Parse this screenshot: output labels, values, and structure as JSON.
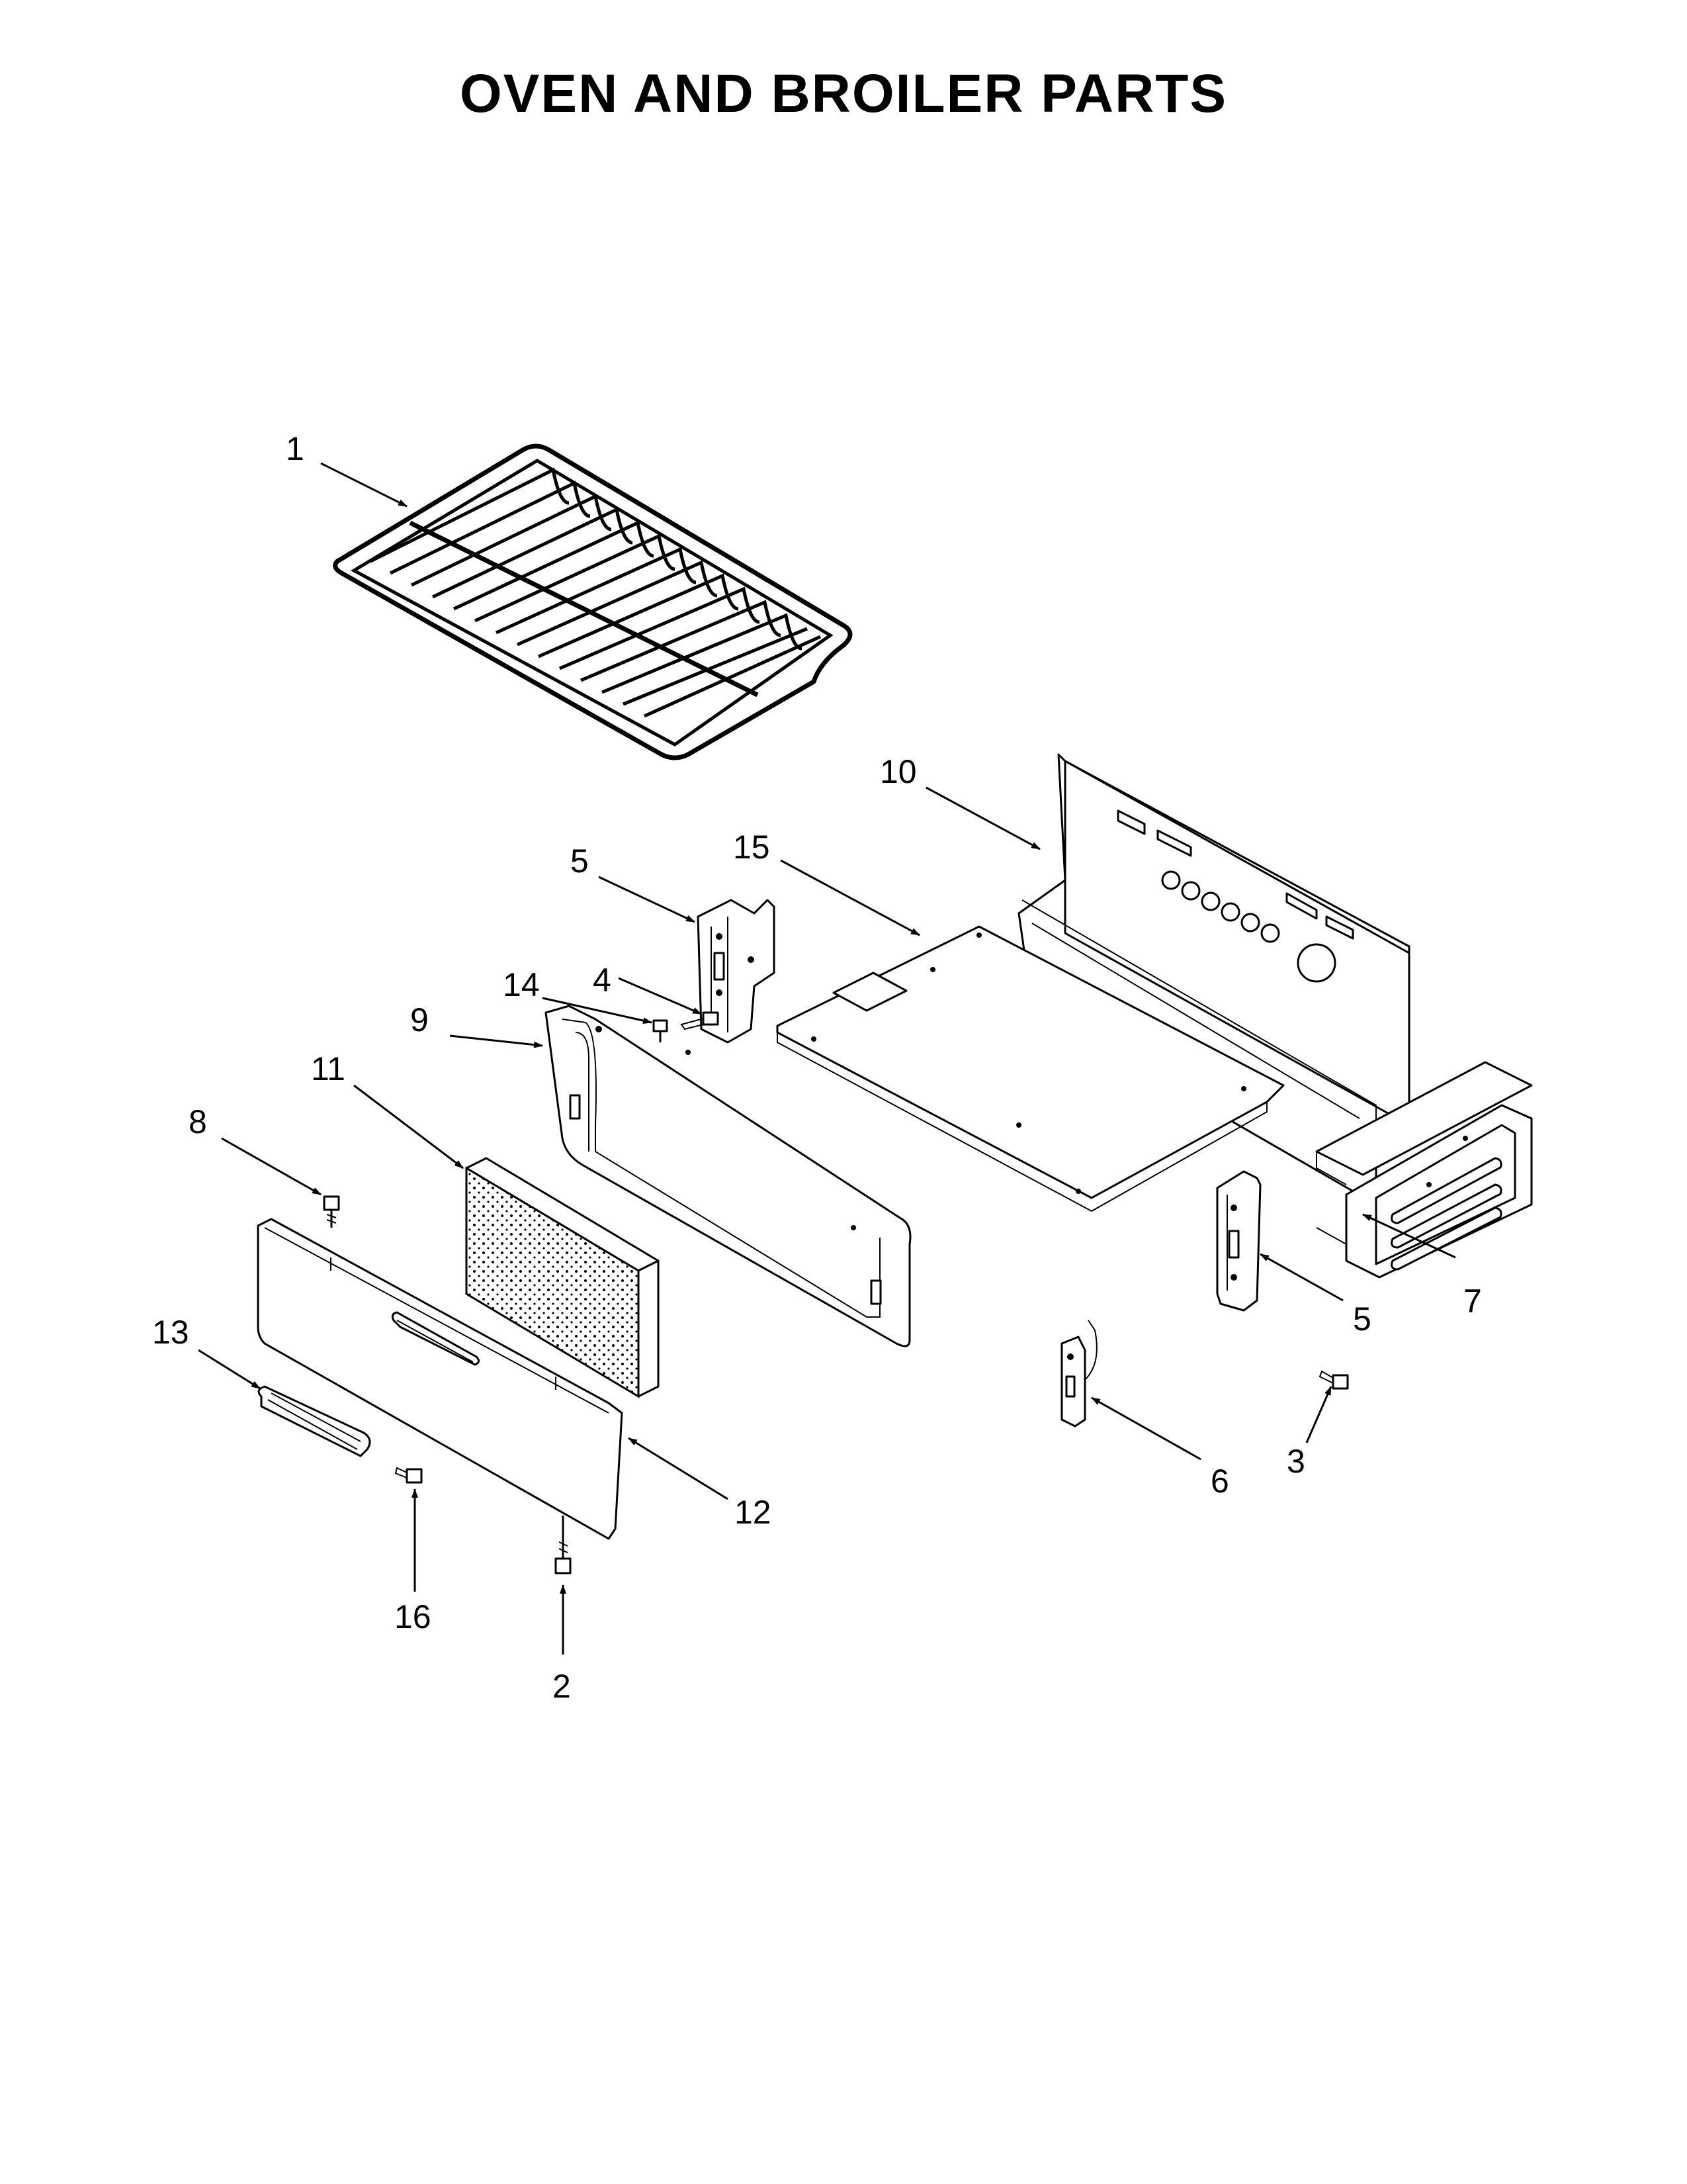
{
  "page": {
    "title": "OVEN AND BROILER PARTS"
  },
  "callouts": [
    {
      "id": "c1",
      "label": "1",
      "part": "oven-rack"
    },
    {
      "id": "c10",
      "label": "10",
      "part": "rear-panel"
    },
    {
      "id": "c15",
      "label": "15",
      "part": "bottom-panel"
    },
    {
      "id": "c5a",
      "label": "5",
      "part": "slide-bracket-left"
    },
    {
      "id": "c14",
      "label": "14",
      "part": "screw"
    },
    {
      "id": "c4",
      "label": "4",
      "part": "screw"
    },
    {
      "id": "c9",
      "label": "9",
      "part": "drawer-frame"
    },
    {
      "id": "c8",
      "label": "8",
      "part": "screw"
    },
    {
      "id": "c11",
      "label": "11",
      "part": "insulation"
    },
    {
      "id": "c7",
      "label": "7",
      "part": "side-support"
    },
    {
      "id": "c5b",
      "label": "5",
      "part": "slide-bracket-right"
    },
    {
      "id": "c13",
      "label": "13",
      "part": "drawer-handle"
    },
    {
      "id": "c3",
      "label": "3",
      "part": "screw"
    },
    {
      "id": "c6",
      "label": "6",
      "part": "slide-latch"
    },
    {
      "id": "c12",
      "label": "12",
      "part": "drawer-front-panel"
    },
    {
      "id": "c16",
      "label": "16",
      "part": "screw"
    },
    {
      "id": "c2",
      "label": "2",
      "part": "screw"
    }
  ]
}
